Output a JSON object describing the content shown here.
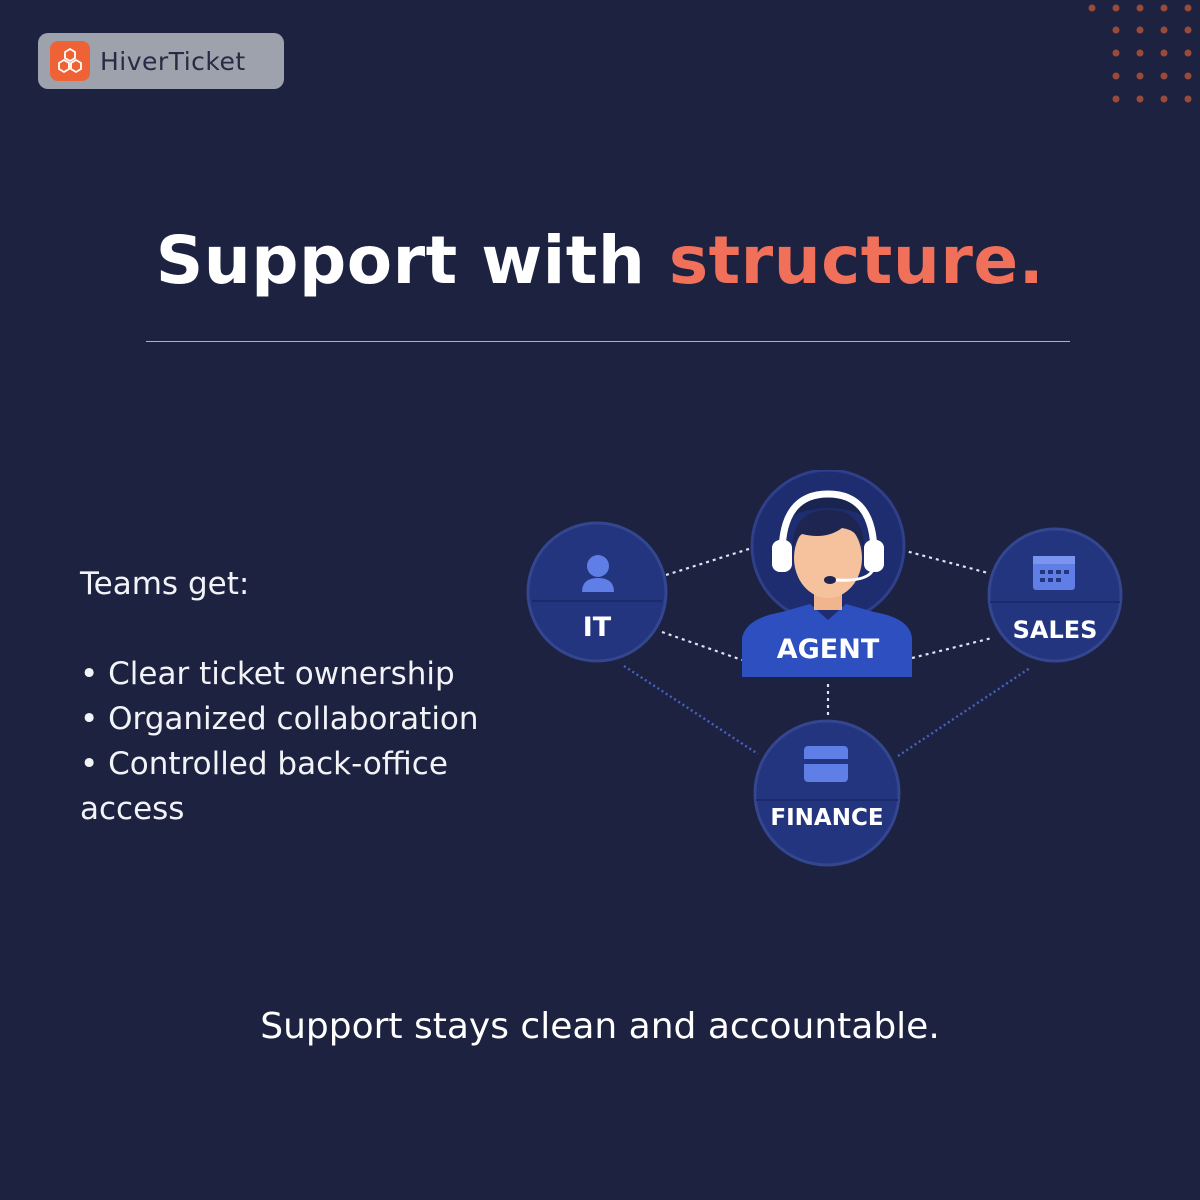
{
  "brand": {
    "name": "HiverTicket",
    "logo_icon": "hexagon-cluster-icon",
    "logo_color": "#ee6236"
  },
  "headline": {
    "text": "Support with ",
    "accent": "structure."
  },
  "teams": {
    "heading": "Teams get:",
    "items": [
      "• Clear ticket ownership",
      "• Organized collaboration",
      "• Controlled back-office access"
    ]
  },
  "diagram": {
    "agent_label": "AGENT",
    "nodes": {
      "it": "IT",
      "sales": "SALES",
      "finance": "FINANCE"
    }
  },
  "footer": {
    "text": "Support stays clean and accountable."
  },
  "colors": {
    "background": "#1c2240",
    "accent": "#f0705a",
    "node_fill": "#23357f",
    "node_icon": "#5f7fe6"
  }
}
